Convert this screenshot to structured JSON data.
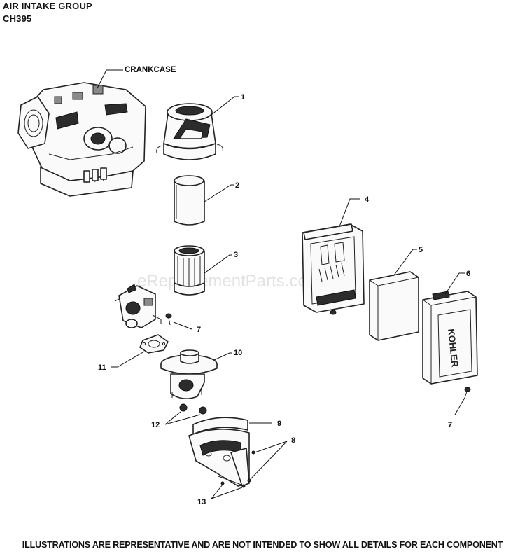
{
  "header": {
    "title": "AIR INTAKE GROUP",
    "model": "CH395"
  },
  "watermark": "eReplacementParts.com",
  "brand_mark": "KOHLER",
  "footer": "ILLUSTRATIONS ARE REPRESENTATIVE AND ARE NOT INTENDED TO SHOW ALL DETAILS FOR EACH COMPONENT",
  "callouts": {
    "crankcase": "CRANKCASE",
    "p1": "1",
    "p2": "2",
    "p3": "3",
    "p4": "4",
    "p5": "5",
    "p6": "6",
    "p7a": "7",
    "p7b": "7",
    "p8": "8",
    "p9": "9",
    "p10": "10",
    "p11": "11",
    "p12": "12",
    "p13": "13"
  }
}
